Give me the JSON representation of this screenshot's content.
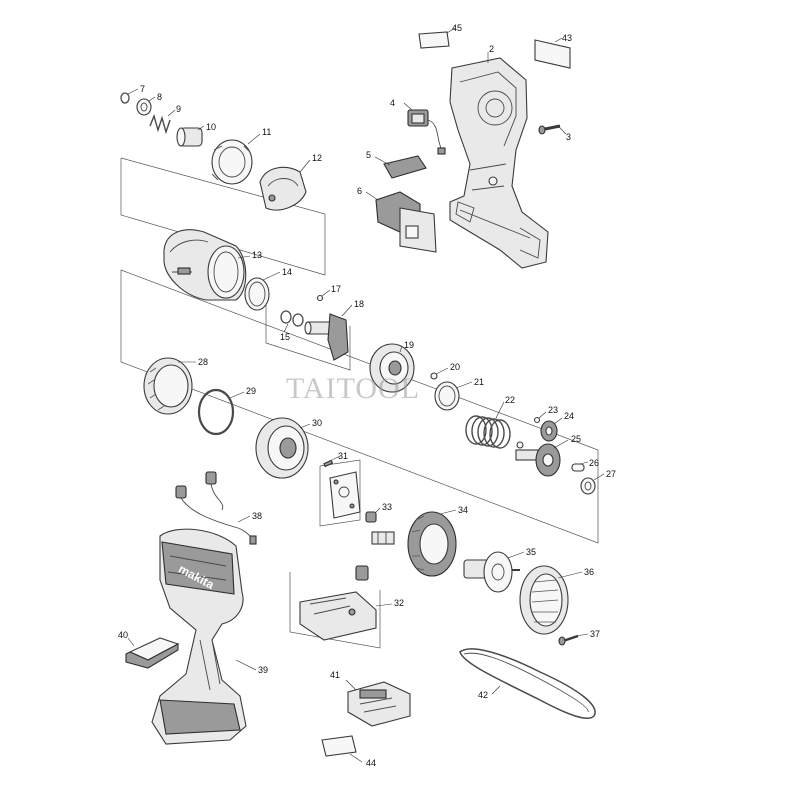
{
  "watermark": "TAITOOL",
  "brand_mark": "makita",
  "callouts": {
    "p2": "2",
    "p3": "3",
    "p4": "4",
    "p5": "5",
    "p6": "6",
    "p7": "7",
    "p8": "8",
    "p9": "9",
    "p10": "10",
    "p11": "11",
    "p12": "12",
    "p13": "13",
    "p14": "14",
    "p15": "15",
    "p17": "17",
    "p18": "18",
    "p19": "19",
    "p20": "20",
    "p21": "21",
    "p22": "22",
    "p23": "23",
    "p24": "24",
    "p25": "25",
    "p26": "26",
    "p27": "27",
    "p28": "28",
    "p29": "29",
    "p30": "30",
    "p31": "31",
    "p32": "32",
    "p33": "33",
    "p34": "34",
    "p35": "35",
    "p36": "36",
    "p37": "37",
    "p38": "38",
    "p39": "39",
    "p40": "40",
    "p41": "41",
    "p42": "42",
    "p43": "43",
    "p44": "44",
    "p45": "45"
  }
}
